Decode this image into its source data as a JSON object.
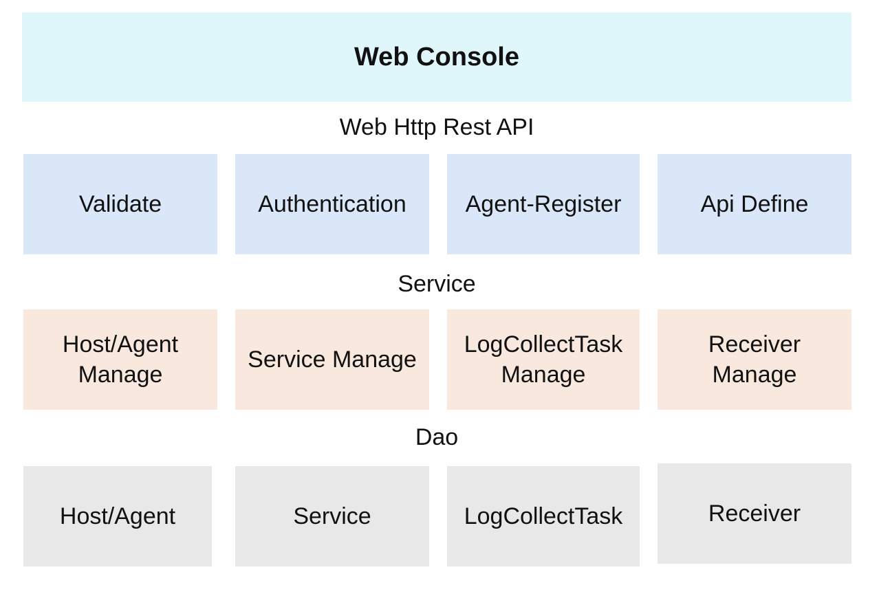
{
  "console": {
    "title": "Web Console"
  },
  "layers": {
    "api": {
      "label": "Web Http Rest API",
      "items": [
        "Validate",
        "Authentication",
        "Agent-Register",
        "Api Define"
      ]
    },
    "service": {
      "label": "Service",
      "items": [
        "Host/Agent\nManage",
        "Service Manage",
        "LogCollectTask\nManage",
        "Receiver\nManage"
      ]
    },
    "dao": {
      "label": "Dao",
      "items": [
        "Host/Agent",
        "Service",
        "LogCollectTask",
        "Receiver"
      ]
    }
  },
  "colors": {
    "console": "#dff7fb",
    "api": "#d9e7f8",
    "service": "#f9e8dd",
    "dao": "#e8e8e8"
  }
}
